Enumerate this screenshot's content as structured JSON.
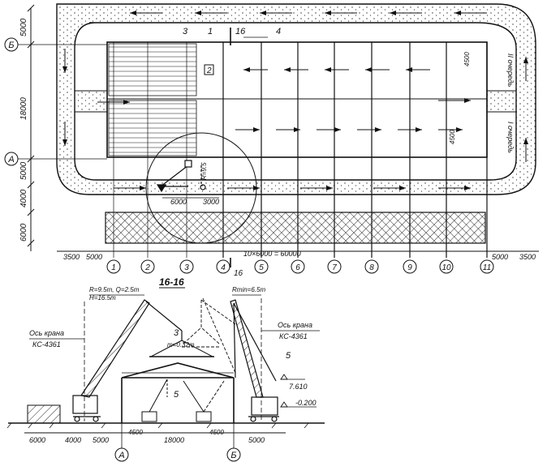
{
  "plan": {
    "axis_letters": [
      "Б",
      "А"
    ],
    "axis_numbers": [
      "1",
      "2",
      "3",
      "4",
      "5",
      "6",
      "7",
      "8",
      "9",
      "10",
      "11"
    ],
    "left_dims": [
      "5000",
      "18000",
      "5000",
      "4000",
      "6000"
    ],
    "bottom_dims": [
      "3500",
      "5000",
      "10×6000 = 60000",
      "5000",
      "3500"
    ],
    "dim_6000": "6000",
    "dim_3000": "3000",
    "radius_note": "R=9.5",
    "bay_dim_1": "4500",
    "bay_dim_2": "4500",
    "stage_2": "II очередь",
    "stage_1": "I очередь",
    "callouts": [
      "3",
      "1",
      "16",
      "4",
      "2"
    ],
    "section_mark_bottom": "16"
  },
  "section": {
    "title": "16-16",
    "left_crane_params": [
      "R=9.5m, Q=2.5m",
      "H=16.5m"
    ],
    "right_crane_param": "Rmin=6.5m",
    "left_crane_label": [
      "Ось крана",
      "КС-4361"
    ],
    "right_crane_label": [
      "Ось крана",
      "КС-4361"
    ],
    "load_callout": "3",
    "load_mass": "m=0.32т",
    "inner_callouts": [
      "5",
      "5"
    ],
    "elevations": [
      "7.610",
      "-0.200"
    ],
    "bottom_dims": [
      "6000",
      "4000",
      "5000",
      "4500",
      "18000",
      "4500",
      "5000"
    ],
    "axis_letters": [
      "А",
      "Б"
    ]
  }
}
